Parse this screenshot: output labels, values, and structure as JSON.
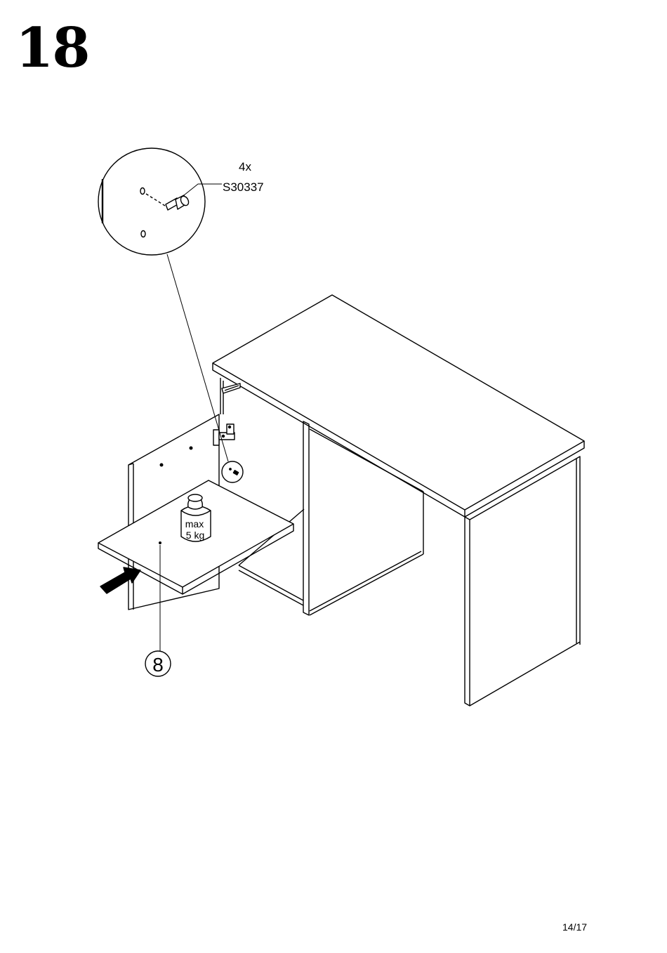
{
  "step": {
    "number": "18"
  },
  "detail": {
    "quantity": "4x",
    "part_code": "S30337"
  },
  "load": {
    "line1": "max",
    "line2": "5 kg"
  },
  "callout": {
    "part_number": "8"
  },
  "footer": {
    "page": "14/17"
  }
}
